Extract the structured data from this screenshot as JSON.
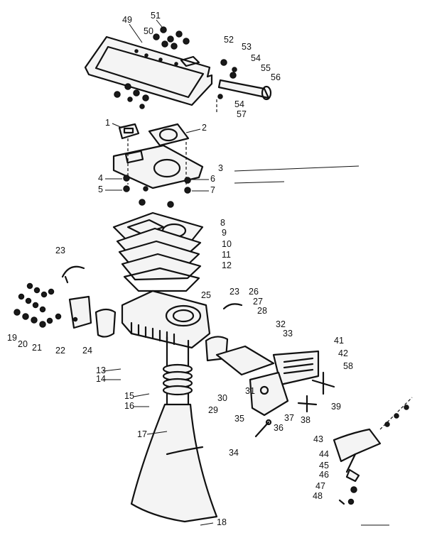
{
  "callouts": {
    "n1": "1",
    "n2": "2",
    "n3": "3",
    "n4": "4",
    "n5": "5",
    "n6": "6",
    "n7": "7",
    "n8": "8",
    "n9": "9",
    "n10": "10",
    "n11": "11",
    "n12": "12",
    "n13": "13",
    "n14": "14",
    "n15": "15",
    "n16": "16",
    "n17": "17",
    "n18": "18",
    "n19": "19",
    "n20": "20",
    "n21": "21",
    "n22": "22",
    "n23a": "23",
    "n23b": "23",
    "n24": "24",
    "n25": "25",
    "n26": "26",
    "n27": "27",
    "n28": "28",
    "n29": "29",
    "n30": "30",
    "n31": "31",
    "n32": "32",
    "n33": "33",
    "n34": "34",
    "n35": "35",
    "n36": "36",
    "n37": "37",
    "n38": "38",
    "n39": "39",
    "n41": "41",
    "n42": "42",
    "n43": "43",
    "n44": "44",
    "n45": "45",
    "n46": "46",
    "n47": "47",
    "n48": "48",
    "n49": "49",
    "n50": "50",
    "n51": "51",
    "n52": "52",
    "n53": "53",
    "n54a": "54",
    "n54b": "54",
    "n55": "55",
    "n56": "56",
    "n57": "57",
    "n58": "58"
  }
}
